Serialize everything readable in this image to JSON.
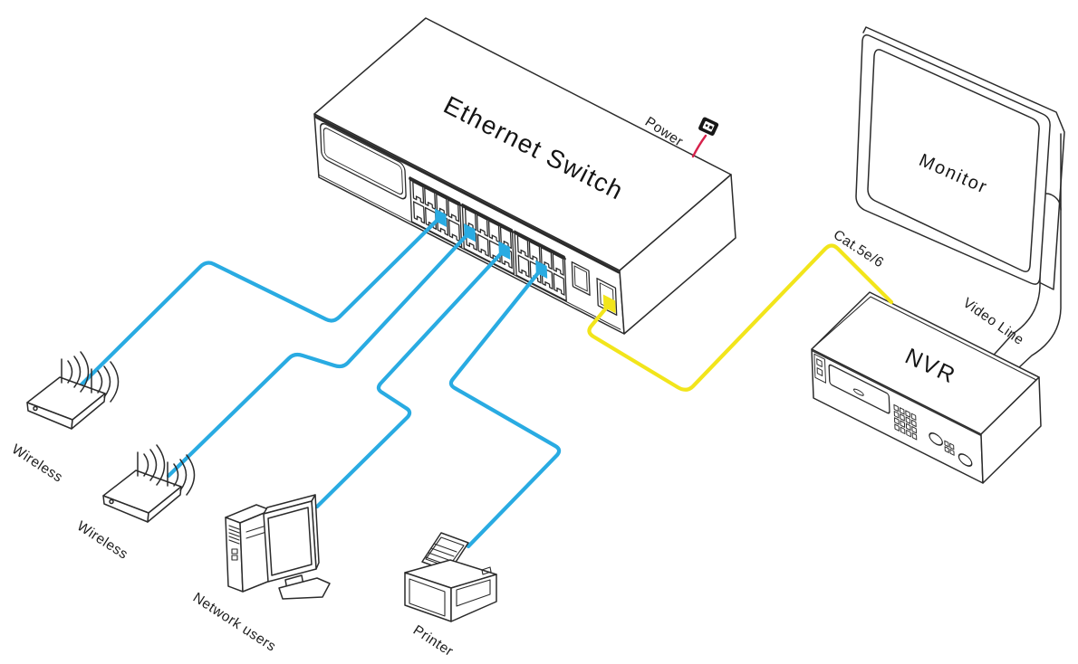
{
  "labels": {
    "ethernet_switch": "Ethernet Switch",
    "power": "Power",
    "monitor": "Monitor",
    "nvr": "NVR",
    "cat_cable": "Cat.5e/6",
    "video_line": "Video Line",
    "wireless_1": "Wireless",
    "wireless_2": "Wireless",
    "network_users": "Network users",
    "printer": "Printer"
  },
  "colors": {
    "lan_cable": "#29ABE2",
    "uplink_cable": "#F2E51B",
    "power_cable": "#D6214B",
    "outline": "#2B2B2B"
  },
  "switch": {
    "label": "Ethernet Switch",
    "lan_ports": 24,
    "port_groups": 3,
    "ports_per_group": 8,
    "port_rows": 2,
    "uplink_ports": 2,
    "connected_lan_ports": 4,
    "connected_uplink_ports": 1
  },
  "connections": [
    {
      "from": "Ethernet Switch",
      "to": "Wireless",
      "cable": "LAN",
      "color_key": "lan_cable"
    },
    {
      "from": "Ethernet Switch",
      "to": "Wireless",
      "cable": "LAN",
      "color_key": "lan_cable"
    },
    {
      "from": "Ethernet Switch",
      "to": "Network users",
      "cable": "LAN",
      "color_key": "lan_cable"
    },
    {
      "from": "Ethernet Switch",
      "to": "Printer",
      "cable": "LAN",
      "color_key": "lan_cable"
    },
    {
      "from": "Ethernet Switch",
      "to": "NVR",
      "cable": "Cat.5e/6",
      "color_key": "uplink_cable"
    },
    {
      "from": "NVR",
      "to": "Monitor",
      "cable": "Video Line",
      "color_key": "outline"
    },
    {
      "from": "Power",
      "to": "Ethernet Switch",
      "cable": "Power",
      "color_key": "power_cable"
    }
  ]
}
